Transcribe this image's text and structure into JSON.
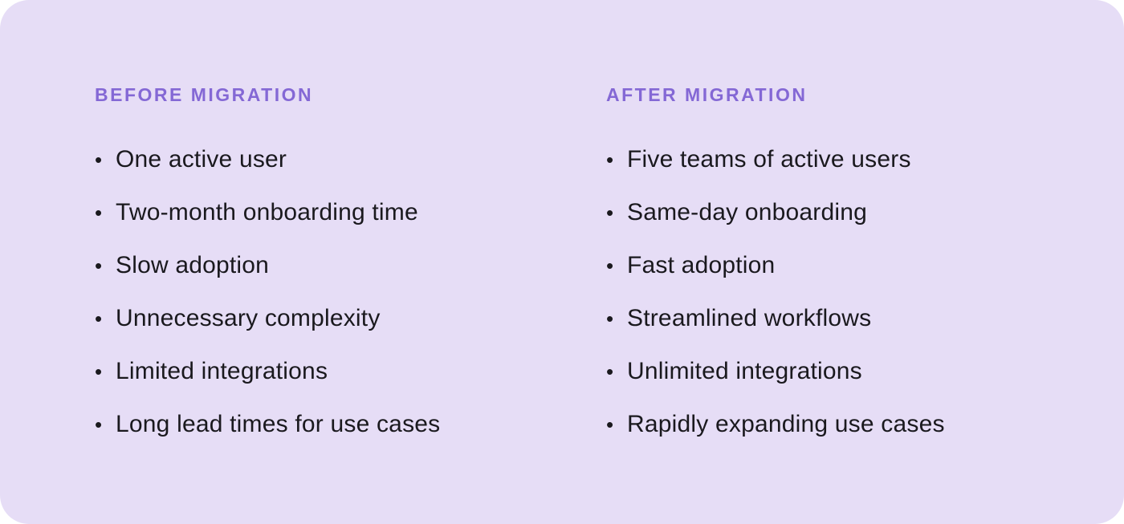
{
  "card": {
    "background_color": "#E6DDF6",
    "accent_color": "#8468D5",
    "text_color": "#1A191E",
    "bullet_glyph": "•",
    "columns": [
      {
        "heading": "BEFORE MIGRATION",
        "items": [
          "One active user",
          "Two-month onboarding time",
          "Slow adoption",
          "Unnecessary complexity",
          "Limited integrations",
          "Long lead times for use cases"
        ]
      },
      {
        "heading": "AFTER MIGRATION",
        "items": [
          "Five teams of active users",
          "Same-day onboarding",
          "Fast adoption",
          "Streamlined workflows",
          "Unlimited integrations",
          "Rapidly expanding use cases"
        ]
      }
    ]
  }
}
